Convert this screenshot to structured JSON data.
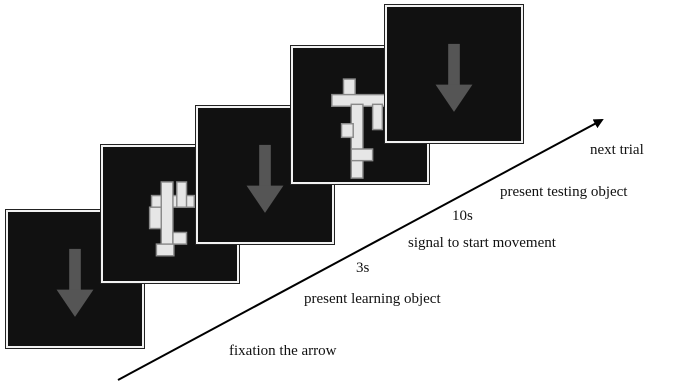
{
  "steps": {
    "fixation": "fixation the arrow",
    "learning": "present learning object",
    "delay1": "3s",
    "signal": "signal to start movement",
    "delay2": "10s",
    "testing": "present testing object",
    "next": "next trial"
  },
  "panels": [
    {
      "content": "arrow-down-icon"
    },
    {
      "content": "learning-object"
    },
    {
      "content": "arrow-down-icon"
    },
    {
      "content": "testing-object"
    },
    {
      "content": "arrow-down-icon"
    }
  ],
  "colors": {
    "panel_background": "#111111",
    "arrow": "#555555",
    "object": "#e6e6e6",
    "timeline": "#000000"
  }
}
